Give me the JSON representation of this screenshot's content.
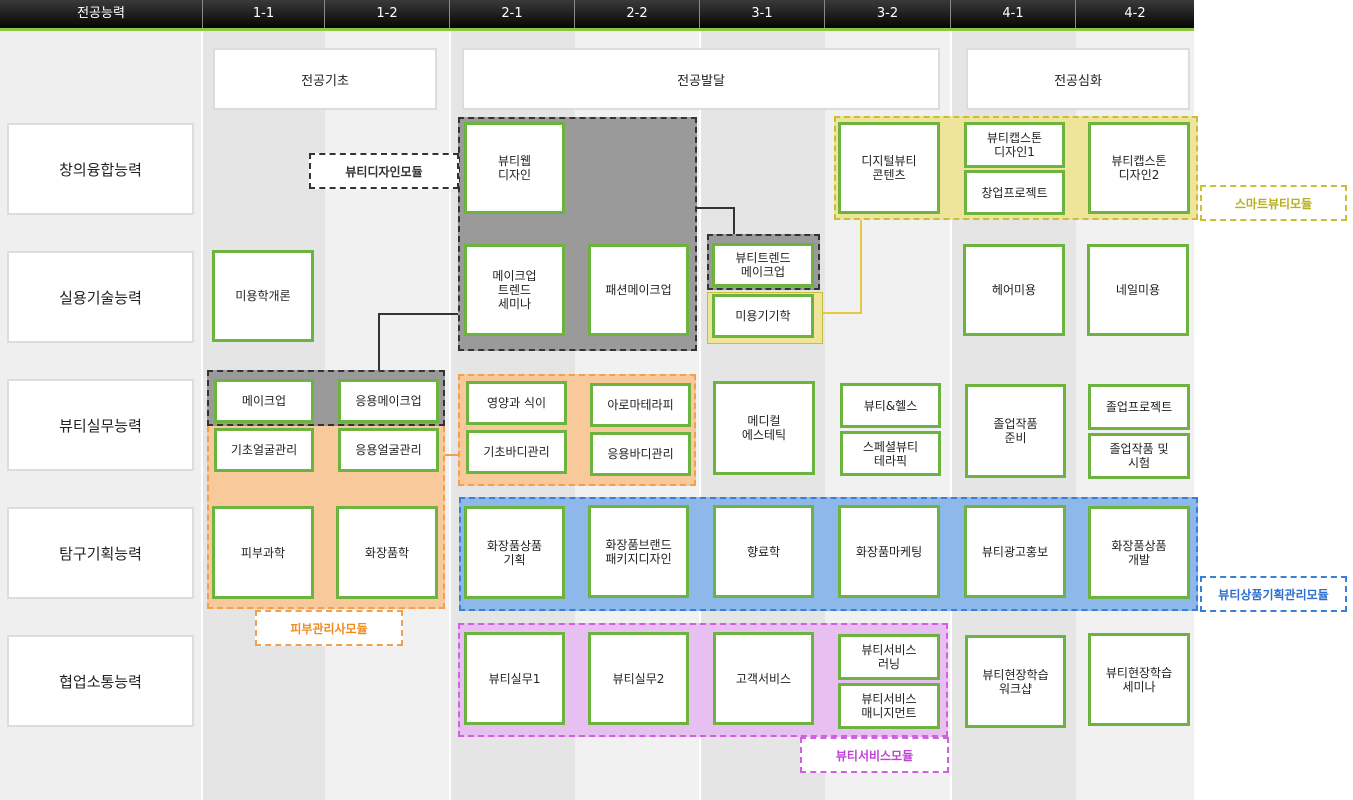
{
  "header": {
    "label": "전공능력",
    "semesters": [
      "1-1",
      "1-2",
      "2-1",
      "2-2",
      "3-1",
      "3-2",
      "4-1",
      "4-2"
    ]
  },
  "competencies": [
    "창의융합능력",
    "실용기술능력",
    "뷰티실무능력",
    "탐구기획능력",
    "협업소통능력"
  ],
  "phases": [
    "전공기초",
    "전공발달",
    "전공심화"
  ],
  "modules": {
    "design": "뷰티디자인모듈",
    "smart": "스마트뷰티모듈",
    "skin": "피부관리사모듈",
    "product": "뷰티상품기획관리모듈",
    "service": "뷰티서비스모듈"
  },
  "courses": {
    "web_design": "뷰티웹\n디자인",
    "digital_contents": "디지털뷰티\n콘텐츠",
    "capstone1": "뷰티캡스톤\n디자인1",
    "startup_project": "창업프로젝트",
    "capstone2": "뷰티캡스톤\n디자인2",
    "intro": "미용학개론",
    "makeup_trend_seminar": "메이크업\n트렌드\n세미나",
    "fashion_makeup": "패션메이크업",
    "trend_makeup": "뷰티트렌드\n메이크업",
    "beauty_tech": "미용기기학",
    "hair": "헤어미용",
    "nail": "네일미용",
    "makeup": "메이크업",
    "applied_makeup": "응용메이크업",
    "basic_face": "기초얼굴관리",
    "applied_face": "응용얼굴관리",
    "nutrition": "영양과 식이",
    "aroma": "아로마테라피",
    "basic_body": "기초바디관리",
    "applied_body": "응용바디관리",
    "medical": "메디컬\n에스테틱",
    "beauty_health": "뷰티&헬스",
    "special_therapy": "스페셜뷰티\n테라픽",
    "grad_work_prep": "졸업작품\n준비",
    "grad_project": "졸업프로젝트",
    "grad_exam": "졸업작품 및\n시험",
    "skin_science": "피부과학",
    "cosmetics": "화장품학",
    "product_plan": "화장품상품\n기획",
    "brand_package": "화장품브랜드\n패키지디자인",
    "perfume": "향료학",
    "cos_marketing": "화장품마케팅",
    "ad_promo": "뷰티광고홍보",
    "product_dev": "화장품상품\n개발",
    "practice1": "뷰티실무1",
    "practice2": "뷰티실무2",
    "customer": "고객서비스",
    "service_learning": "뷰티서비스\n러닝",
    "service_mgmt": "뷰티서비스\n매니지먼트",
    "field_workshop": "뷰티현장학습\n워크샵",
    "field_seminar": "뷰티현장학습\n세미나"
  },
  "colors": {
    "header_bg": "#111111",
    "accent_green": "#8dc63f",
    "course_border": "#6db33f",
    "design_module": "#9a9a9a",
    "smart_module": "#efe59a",
    "skin_module": "#f8c99a",
    "product_module": "#8fb8ea",
    "service_module": "#e7bff0"
  }
}
